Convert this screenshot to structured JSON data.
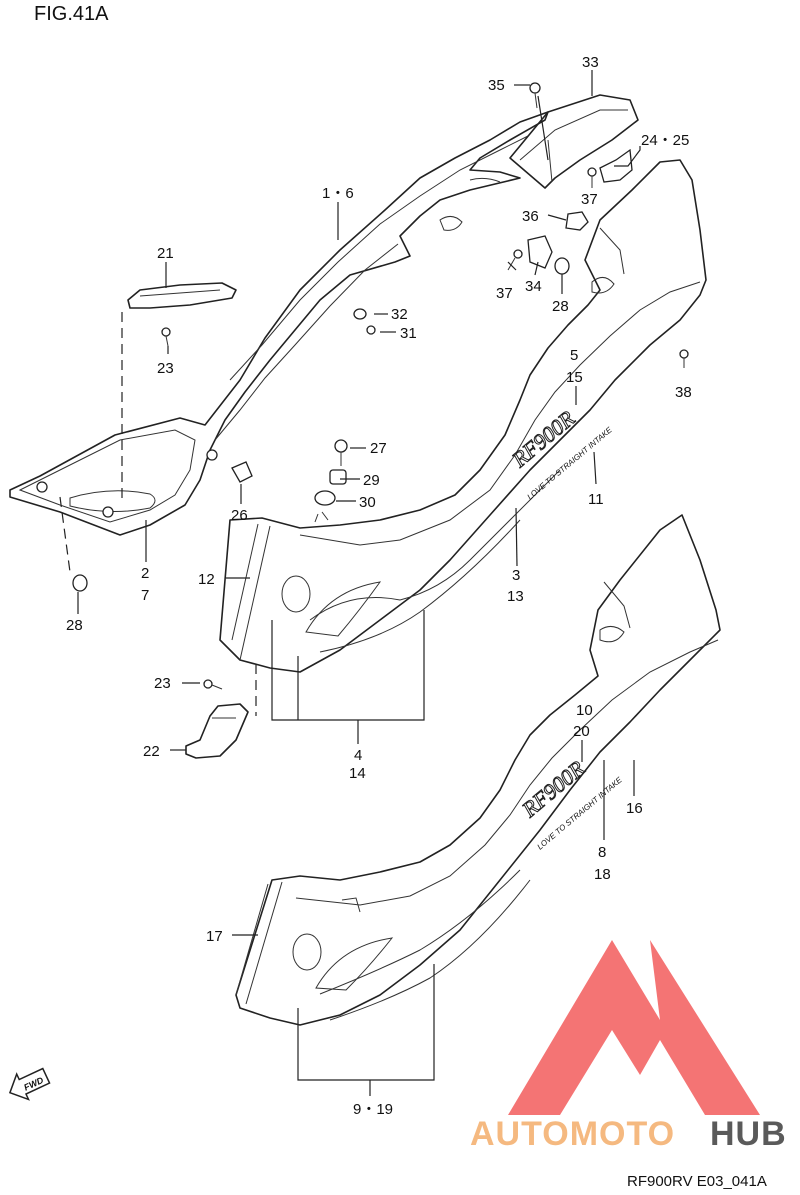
{
  "figure": {
    "title": "FIG.41A",
    "code": "RF900RV E03_041A"
  },
  "callouts": [
    {
      "id": "c33",
      "text": "33"
    },
    {
      "id": "c35",
      "text": "35"
    },
    {
      "id": "c24",
      "text": "24・25"
    },
    {
      "id": "c1",
      "text": "1・6"
    },
    {
      "id": "c37a",
      "text": "37"
    },
    {
      "id": "c36",
      "text": "36"
    },
    {
      "id": "c37b",
      "text": "37"
    },
    {
      "id": "c34",
      "text": "34"
    },
    {
      "id": "c28a",
      "text": "28"
    },
    {
      "id": "c21",
      "text": "21"
    },
    {
      "id": "c32",
      "text": "32"
    },
    {
      "id": "c31",
      "text": "31"
    },
    {
      "id": "c23a",
      "text": "23"
    },
    {
      "id": "c5",
      "text": "5"
    },
    {
      "id": "c15",
      "text": "15"
    },
    {
      "id": "c38",
      "text": "38"
    },
    {
      "id": "c27",
      "text": "27"
    },
    {
      "id": "c29",
      "text": "29"
    },
    {
      "id": "c30",
      "text": "30"
    },
    {
      "id": "c11",
      "text": "11"
    },
    {
      "id": "c26",
      "text": "26"
    },
    {
      "id": "c2",
      "text": "2"
    },
    {
      "id": "c7",
      "text": "7"
    },
    {
      "id": "c12",
      "text": "12"
    },
    {
      "id": "c3",
      "text": "3"
    },
    {
      "id": "c13",
      "text": "13"
    },
    {
      "id": "c28b",
      "text": "28"
    },
    {
      "id": "c23b",
      "text": "23"
    },
    {
      "id": "c22",
      "text": "22"
    },
    {
      "id": "c4",
      "text": "4"
    },
    {
      "id": "c14",
      "text": "14"
    },
    {
      "id": "c10",
      "text": "10"
    },
    {
      "id": "c20",
      "text": "20"
    },
    {
      "id": "c16",
      "text": "16"
    },
    {
      "id": "c8",
      "text": "8"
    },
    {
      "id": "c18",
      "text": "18"
    },
    {
      "id": "c17",
      "text": "17"
    },
    {
      "id": "c9",
      "text": "9・19"
    }
  ],
  "decals": {
    "upper_logo": "RF900R",
    "upper_slogan": "LOVE TO STRAIGHT INTAKE",
    "lower_logo": "RF900R",
    "lower_slogan": "LOVE TO STRAIGHT INTAKE"
  },
  "fwd_icon": {
    "label": "FWD"
  },
  "watermark": {
    "part1": "AUTOMOTO",
    "part2": "HUB",
    "color1": "#F5B980",
    "color2": "#5A5A5A",
    "logo_color": "#F25C5C"
  }
}
